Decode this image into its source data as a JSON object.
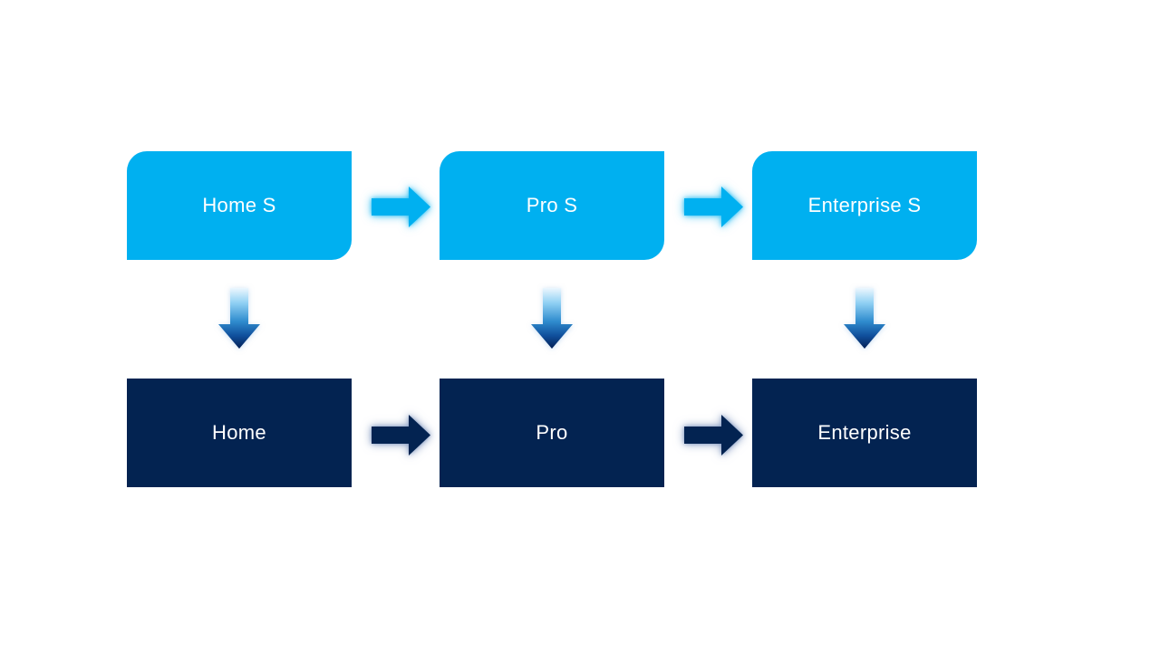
{
  "diagram": {
    "type": "process-flow",
    "background": "#FFFFFF",
    "columns": [
      {
        "top": "Home S",
        "bottom": "Home"
      },
      {
        "top": "Pro S",
        "bottom": "Pro"
      },
      {
        "top": "Enterprise S",
        "bottom": "Enterprise"
      }
    ],
    "icons": {
      "right_arrow": "right-arrow-icon",
      "down_arrow": "down-arrow-icon"
    },
    "colors": {
      "cyan": "#00B0F0",
      "navy": "#032351",
      "label_text": "#FFFFFF",
      "cyan_glow": "rgba(0,176,240,0.65)",
      "navy_glow": "rgba(125,148,190,0.8)",
      "down_glow": "rgba(150,190,230,0.5)",
      "grad0": "#EDF7FE",
      "grad1": "#8FD0F3",
      "grad2": "#2F8CCE",
      "grad3": "#10519E",
      "grad4": "#031F55"
    }
  }
}
